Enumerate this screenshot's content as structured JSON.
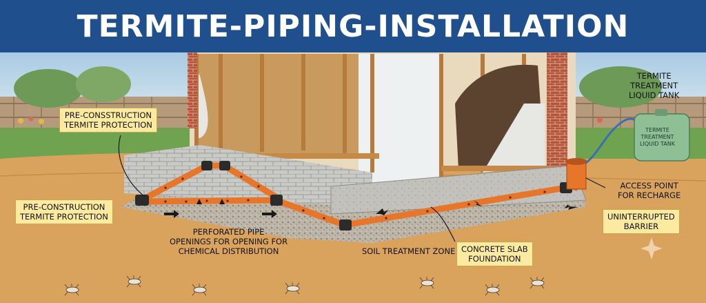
{
  "title": "TERMITE-PIPING-INSTALLATION",
  "labels": {
    "pre_construction_top": "PRE-CONSSTRUCTION\nTERMITE PROTECTION",
    "pre_construction_left": "PRE-CONSTRUCTION\nTERMITE PROTECTION",
    "perforated_pipe": "PERFORATED PIPE\nOPENINGS FOR OPENING FOR\nCHEMICAL DISTRIBUTION",
    "soil_treatment_zone": "SOIL TREATMENT ZONE",
    "concrete_slab": "CONCRETE SLAB\nFOUNDATION",
    "tank_label": "TERMITE\nTREATMENT\nLIQUID TANK",
    "tank_body_label": "TERMITE\nTREATMENT\nLIQUID TANK",
    "access_point": "ACCESS POINT\nFOR RECHARGE",
    "uninterrupted_barrier": "UNINTERRUPTED\nBARRIER"
  },
  "colors": {
    "banner": "#1f4f8c",
    "pipe": "#e8762a",
    "soil": "#d9a35e",
    "gravel": "#b8b0a2",
    "label_box": "#fbeaa0",
    "tank": "#8fbf95"
  },
  "icons": [
    "termite-icon",
    "sparkle-icon",
    "tree-icon",
    "fence-icon"
  ]
}
